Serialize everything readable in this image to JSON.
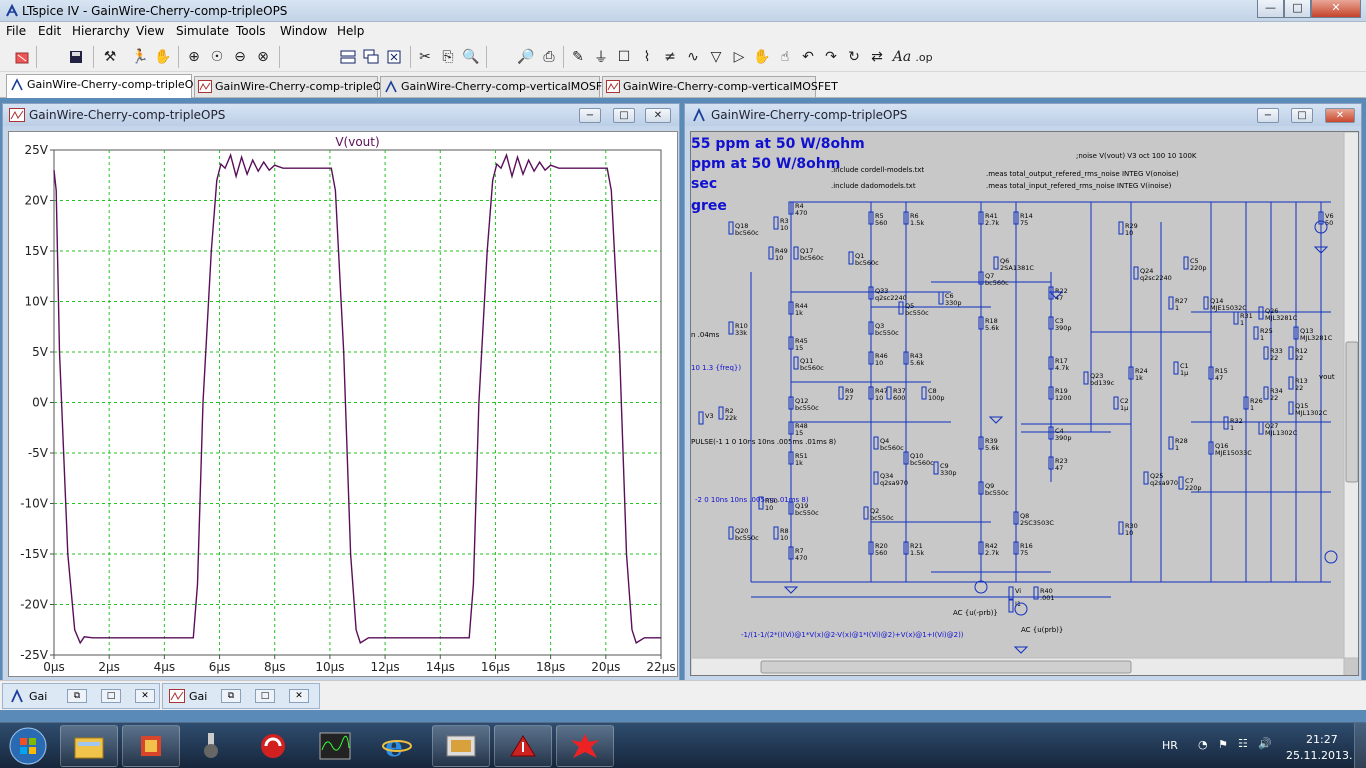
{
  "window": {
    "title": "LTspice IV - GainWire-Cherry-comp-tripleOPS",
    "controls": {
      "minimize": "—",
      "maximize": "□",
      "close": "✕"
    }
  },
  "menu": [
    "File",
    "Edit",
    "Hierarchy",
    "View",
    "Simulate",
    "Tools",
    "Window",
    "Help"
  ],
  "toolbar_icons": [
    "open-icon",
    "save-icon",
    "control-panel-icon",
    "run-icon",
    "halt-icon",
    "zoom-in-icon",
    "zoom-rect-icon",
    "zoom-out-icon",
    "zoom-cancel-icon",
    "tile-horizontal-icon",
    "cascade-icon",
    "close-window-icon",
    "cut-icon",
    "copy-icon",
    "find-icon",
    "print-preview-icon",
    "print-icon",
    "draw-wire-icon",
    "ground-icon",
    "label-icon",
    "resistor-icon",
    "capacitor-icon",
    "inductor-icon",
    "diode-icon",
    "component-icon",
    "move-icon",
    "drag-icon",
    "undo-icon",
    "redo-icon",
    "rotate-icon",
    "mirror-icon",
    "text-icon",
    "spice-directive-icon"
  ],
  "tabs": [
    {
      "label": "GainWire-Cherry-comp-tripleOPS",
      "kind": "schematic",
      "active": true
    },
    {
      "label": "GainWire-Cherry-comp-tripleOPS",
      "kind": "waveform",
      "active": false
    },
    {
      "label": "GainWire-Cherry-comp-verticalMOSFET",
      "kind": "schematic",
      "active": false
    },
    {
      "label": "GainWire-Cherry-comp-verticalMOSFET",
      "kind": "waveform",
      "active": false
    }
  ],
  "plot_window": {
    "title": "GainWire-Cherry-comp-tripleOPS",
    "trace_label": "V(vout)",
    "trace_color": "#5a0f5a",
    "grid_color": "#22c322",
    "y_ticks": [
      "25V",
      "20V",
      "15V",
      "10V",
      "5V",
      "0V",
      "-5V",
      "-10V",
      "-15V",
      "-20V",
      "-25V"
    ],
    "x_ticks": [
      "0µs",
      "2µs",
      "4µs",
      "6µs",
      "8µs",
      "10µs",
      "12µs",
      "14µs",
      "16µs",
      "18µs",
      "20µs",
      "22µs"
    ]
  },
  "chart_data": {
    "type": "line",
    "title": "V(vout)",
    "xlabel": "",
    "ylabel": "",
    "xlim": [
      0,
      22
    ],
    "ylim": [
      -25,
      25
    ],
    "x_unit": "µs",
    "y_unit": "V",
    "grid": true,
    "series": [
      {
        "name": "V(vout)",
        "x": [
          0,
          0.08,
          0.2,
          0.5,
          0.75,
          0.95,
          1.1,
          1.4,
          3,
          5.05,
          5.2,
          5.4,
          5.7,
          5.9,
          6.05,
          6.2,
          6.4,
          6.6,
          6.8,
          7.0,
          7.2,
          7.4,
          7.6,
          7.8,
          8.0,
          8.3,
          8.8,
          10.05,
          10.2,
          10.5,
          10.75,
          10.95,
          11.1,
          11.4,
          13,
          15.05,
          15.2,
          15.4,
          15.7,
          15.9,
          16.05,
          16.2,
          16.4,
          16.6,
          16.8,
          17.0,
          17.2,
          17.4,
          17.6,
          17.8,
          18.0,
          18.3,
          18.8,
          20.05,
          20.2,
          20.5,
          20.75,
          20.95,
          21.1,
          21.4,
          22
        ],
        "values": [
          23,
          21,
          5,
          -15,
          -22.5,
          -23.8,
          -23.2,
          -23.3,
          -23.3,
          -23.3,
          -18,
          0,
          15,
          22,
          23.6,
          23.2,
          24.5,
          22.4,
          24.3,
          22.6,
          24,
          22.9,
          23.8,
          23,
          23.5,
          23.2,
          23.2,
          23.2,
          21,
          5,
          -15,
          -22.5,
          -23.8,
          -23.3,
          -23.3,
          -23.3,
          -18,
          0,
          15,
          22,
          23.6,
          23.2,
          24.5,
          22.4,
          24.3,
          22.6,
          24,
          22.9,
          23.8,
          23,
          23.5,
          23.2,
          23.2,
          23.2,
          21,
          5,
          -15,
          -22.5,
          -23.8,
          -23.3,
          -23.3
        ]
      }
    ]
  },
  "schematic_window": {
    "title": "GainWire-Cherry-comp-tripleOPS",
    "blue_texts": [
      "55 ppm at 50 W/8ohm",
      "ppm at 50 W/8ohm",
      "sec",
      "gree"
    ],
    "directives": [
      ".include cordell-models.txt",
      ".include dadomodels.txt",
      ";noise V(vout) V3 oct 100 10 100K",
      ".meas total_output_refered_rms_noise INTEG V(onoise)",
      ".meas total_input_refered_rms_noise INTEG V(inoise)"
    ],
    "left_texts": [
      "n .04ms",
      "10 1.3 {freq})",
      "PULSE(-1 1 0 10ns 10ns .005ms .01ms 8)",
      "-2 0 10ns 10ns .005ms .01ms 8)"
    ],
    "formula": "-1/(1-1/(2*(I(Vi)@1*V(x)@2-V(x)@1*I(Vi)@2)+V(x)@1+I(Vi)@2))",
    "ac_labels": [
      "AC {u(-prb)}",
      "AC {u(prb)}"
    ],
    "components": [
      {
        "ref": "R4",
        "val": "470"
      },
      {
        "ref": "R3",
        "val": "10"
      },
      {
        "ref": "Q18",
        "val": "bc560c"
      },
      {
        "ref": "R49",
        "val": "10"
      },
      {
        "ref": "Q17",
        "val": "bc560c"
      },
      {
        "ref": "R5",
        "val": "560"
      },
      {
        "ref": "R6",
        "val": "1.5k"
      },
      {
        "ref": "Q1",
        "val": "bc560c"
      },
      {
        "ref": "Q33",
        "val": "q2sc2240"
      },
      {
        "ref": "R44",
        "val": "1k"
      },
      {
        "ref": "R10",
        "val": "33k"
      },
      {
        "ref": "R45",
        "val": "15"
      },
      {
        "ref": "Q11",
        "val": "bc560c"
      },
      {
        "ref": "Q3",
        "val": "bc550c"
      },
      {
        "ref": "Q5",
        "val": "bc550c"
      },
      {
        "ref": "C6",
        "val": "330p"
      },
      {
        "ref": "R46",
        "val": "10"
      },
      {
        "ref": "R43",
        "val": "5.6k"
      },
      {
        "ref": "R41",
        "val": "2.7k"
      },
      {
        "ref": "R14",
        "val": "75"
      },
      {
        "ref": "Q6",
        "val": "2SA1381C"
      },
      {
        "ref": "Q7",
        "val": "bc560c"
      },
      {
        "ref": "R18",
        "val": "5.6k"
      },
      {
        "ref": "R22",
        "val": "47"
      },
      {
        "ref": "C3",
        "val": "390p"
      },
      {
        "ref": "R17",
        "val": "4.7k"
      },
      {
        "ref": "Q23",
        "val": "bd139c"
      },
      {
        "ref": "R19",
        "val": "1200"
      },
      {
        "ref": "C2",
        "val": "1µ"
      },
      {
        "ref": "R29",
        "val": "10"
      },
      {
        "ref": "Q24",
        "val": "q2sc2240"
      },
      {
        "ref": "C5",
        "val": "220p"
      },
      {
        "ref": "R27",
        "val": "1"
      },
      {
        "ref": "Q14",
        "val": "MJE15032C"
      },
      {
        "ref": "R31",
        "val": "1"
      },
      {
        "ref": "Q26",
        "val": "MJL3281C"
      },
      {
        "ref": "R25",
        "val": "1"
      },
      {
        "ref": "Q13",
        "val": "MJL3281C"
      },
      {
        "ref": "V6",
        "val": "50"
      },
      {
        "ref": "R24",
        "val": "1k"
      },
      {
        "ref": "C1",
        "val": "1µ"
      },
      {
        "ref": "R15",
        "val": "47"
      },
      {
        "ref": "R33",
        "val": "22"
      },
      {
        "ref": "R12",
        "val": "22"
      },
      {
        "ref": "R13",
        "val": "22"
      },
      {
        "ref": "R34",
        "val": "22"
      },
      {
        "ref": "Q15",
        "val": "MJL1302C"
      },
      {
        "ref": "R26",
        "val": "1"
      },
      {
        "ref": "Q27",
        "val": "MJL1302C"
      },
      {
        "ref": "R32",
        "val": "1"
      },
      {
        "ref": "R28",
        "val": "1"
      },
      {
        "ref": "Q16",
        "val": "MJE15033C"
      },
      {
        "ref": "Q25",
        "val": "q2sa970"
      },
      {
        "ref": "C7",
        "val": "220p"
      },
      {
        "ref": "R30",
        "val": "10"
      },
      {
        "ref": "R2",
        "val": "22k"
      },
      {
        "ref": "V3",
        "val": ""
      },
      {
        "ref": "Q12",
        "val": "bc550c"
      },
      {
        "ref": "R48",
        "val": "15"
      },
      {
        "ref": "R9",
        "val": "27"
      },
      {
        "ref": "R47",
        "val": "10"
      },
      {
        "ref": "R37",
        "val": "600"
      },
      {
        "ref": "C8",
        "val": "100p"
      },
      {
        "ref": "R51",
        "val": "1k"
      },
      {
        "ref": "Q4",
        "val": "bc560c"
      },
      {
        "ref": "Q10",
        "val": "bc560c"
      },
      {
        "ref": "Q34",
        "val": "q2sa970"
      },
      {
        "ref": "C9",
        "val": "330p"
      },
      {
        "ref": "R39",
        "val": "5.6k"
      },
      {
        "ref": "C4",
        "val": "390p"
      },
      {
        "ref": "R23",
        "val": "47"
      },
      {
        "ref": "Q9",
        "val": "bc550c"
      },
      {
        "ref": "R50",
        "val": "10"
      },
      {
        "ref": "Q19",
        "val": "bc550c"
      },
      {
        "ref": "Q20",
        "val": "bc550c"
      },
      {
        "ref": "R8",
        "val": "10"
      },
      {
        "ref": "Q2",
        "val": "bc550c"
      },
      {
        "ref": "Q8",
        "val": "2SC3503C"
      },
      {
        "ref": "R7",
        "val": "470"
      },
      {
        "ref": "R20",
        "val": "560"
      },
      {
        "ref": "R21",
        "val": "1.5k"
      },
      {
        "ref": "R42",
        "val": "2.7k"
      },
      {
        "ref": "R16",
        "val": "75"
      },
      {
        "ref": "R40",
        "val": ".001"
      },
      {
        "ref": "Vi",
        "val": ""
      },
      {
        "ref": "I1",
        "val": ""
      }
    ],
    "output_label": "vout"
  },
  "minimized_windows": [
    {
      "label": "Gai",
      "kind": "schematic"
    },
    {
      "label": "Gai",
      "kind": "waveform"
    }
  ],
  "taskbar": {
    "apps": [
      "start-orb-icon",
      "file-explorer-icon",
      "archive-icon",
      "usb-tool-icon",
      "antivirus-icon",
      "oscilloscope-icon",
      "internet-explorer-icon",
      "presentation-icon",
      "ltspice-icon",
      "paint-splash-icon"
    ],
    "language": "HR",
    "time": "21:27",
    "date": "25.11.2013."
  }
}
